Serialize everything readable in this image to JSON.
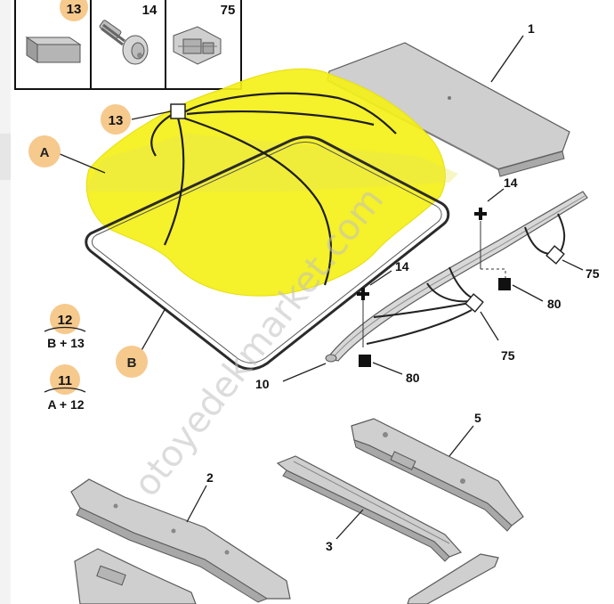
{
  "legend_box": {
    "cells": [
      {
        "ref": "13",
        "icon": "foam-block-icon"
      },
      {
        "ref": "14",
        "icon": "screw-icon"
      },
      {
        "ref": "75",
        "icon": "clip-icon"
      }
    ]
  },
  "callouts": {
    "c1": "1",
    "c2": "2",
    "c3": "3",
    "c5": "5",
    "c10": "10",
    "c13": "13",
    "c14a": "14",
    "c14b": "14",
    "c75a": "75",
    "c75b": "75",
    "c80a": "80",
    "c80b": "80"
  },
  "badges": {
    "a": "A",
    "b": "B",
    "kit12_num": "12",
    "kit12_formula": "B + 13",
    "kit11_num": "11",
    "kit11_formula": "A + 12"
  },
  "watermark": "otoyedekmarket.com",
  "colors": {
    "highlight": "#f4f018",
    "badge": "#f6c98d",
    "part_fill": "#cfcfcf",
    "part_stroke": "#5a5a5a"
  }
}
